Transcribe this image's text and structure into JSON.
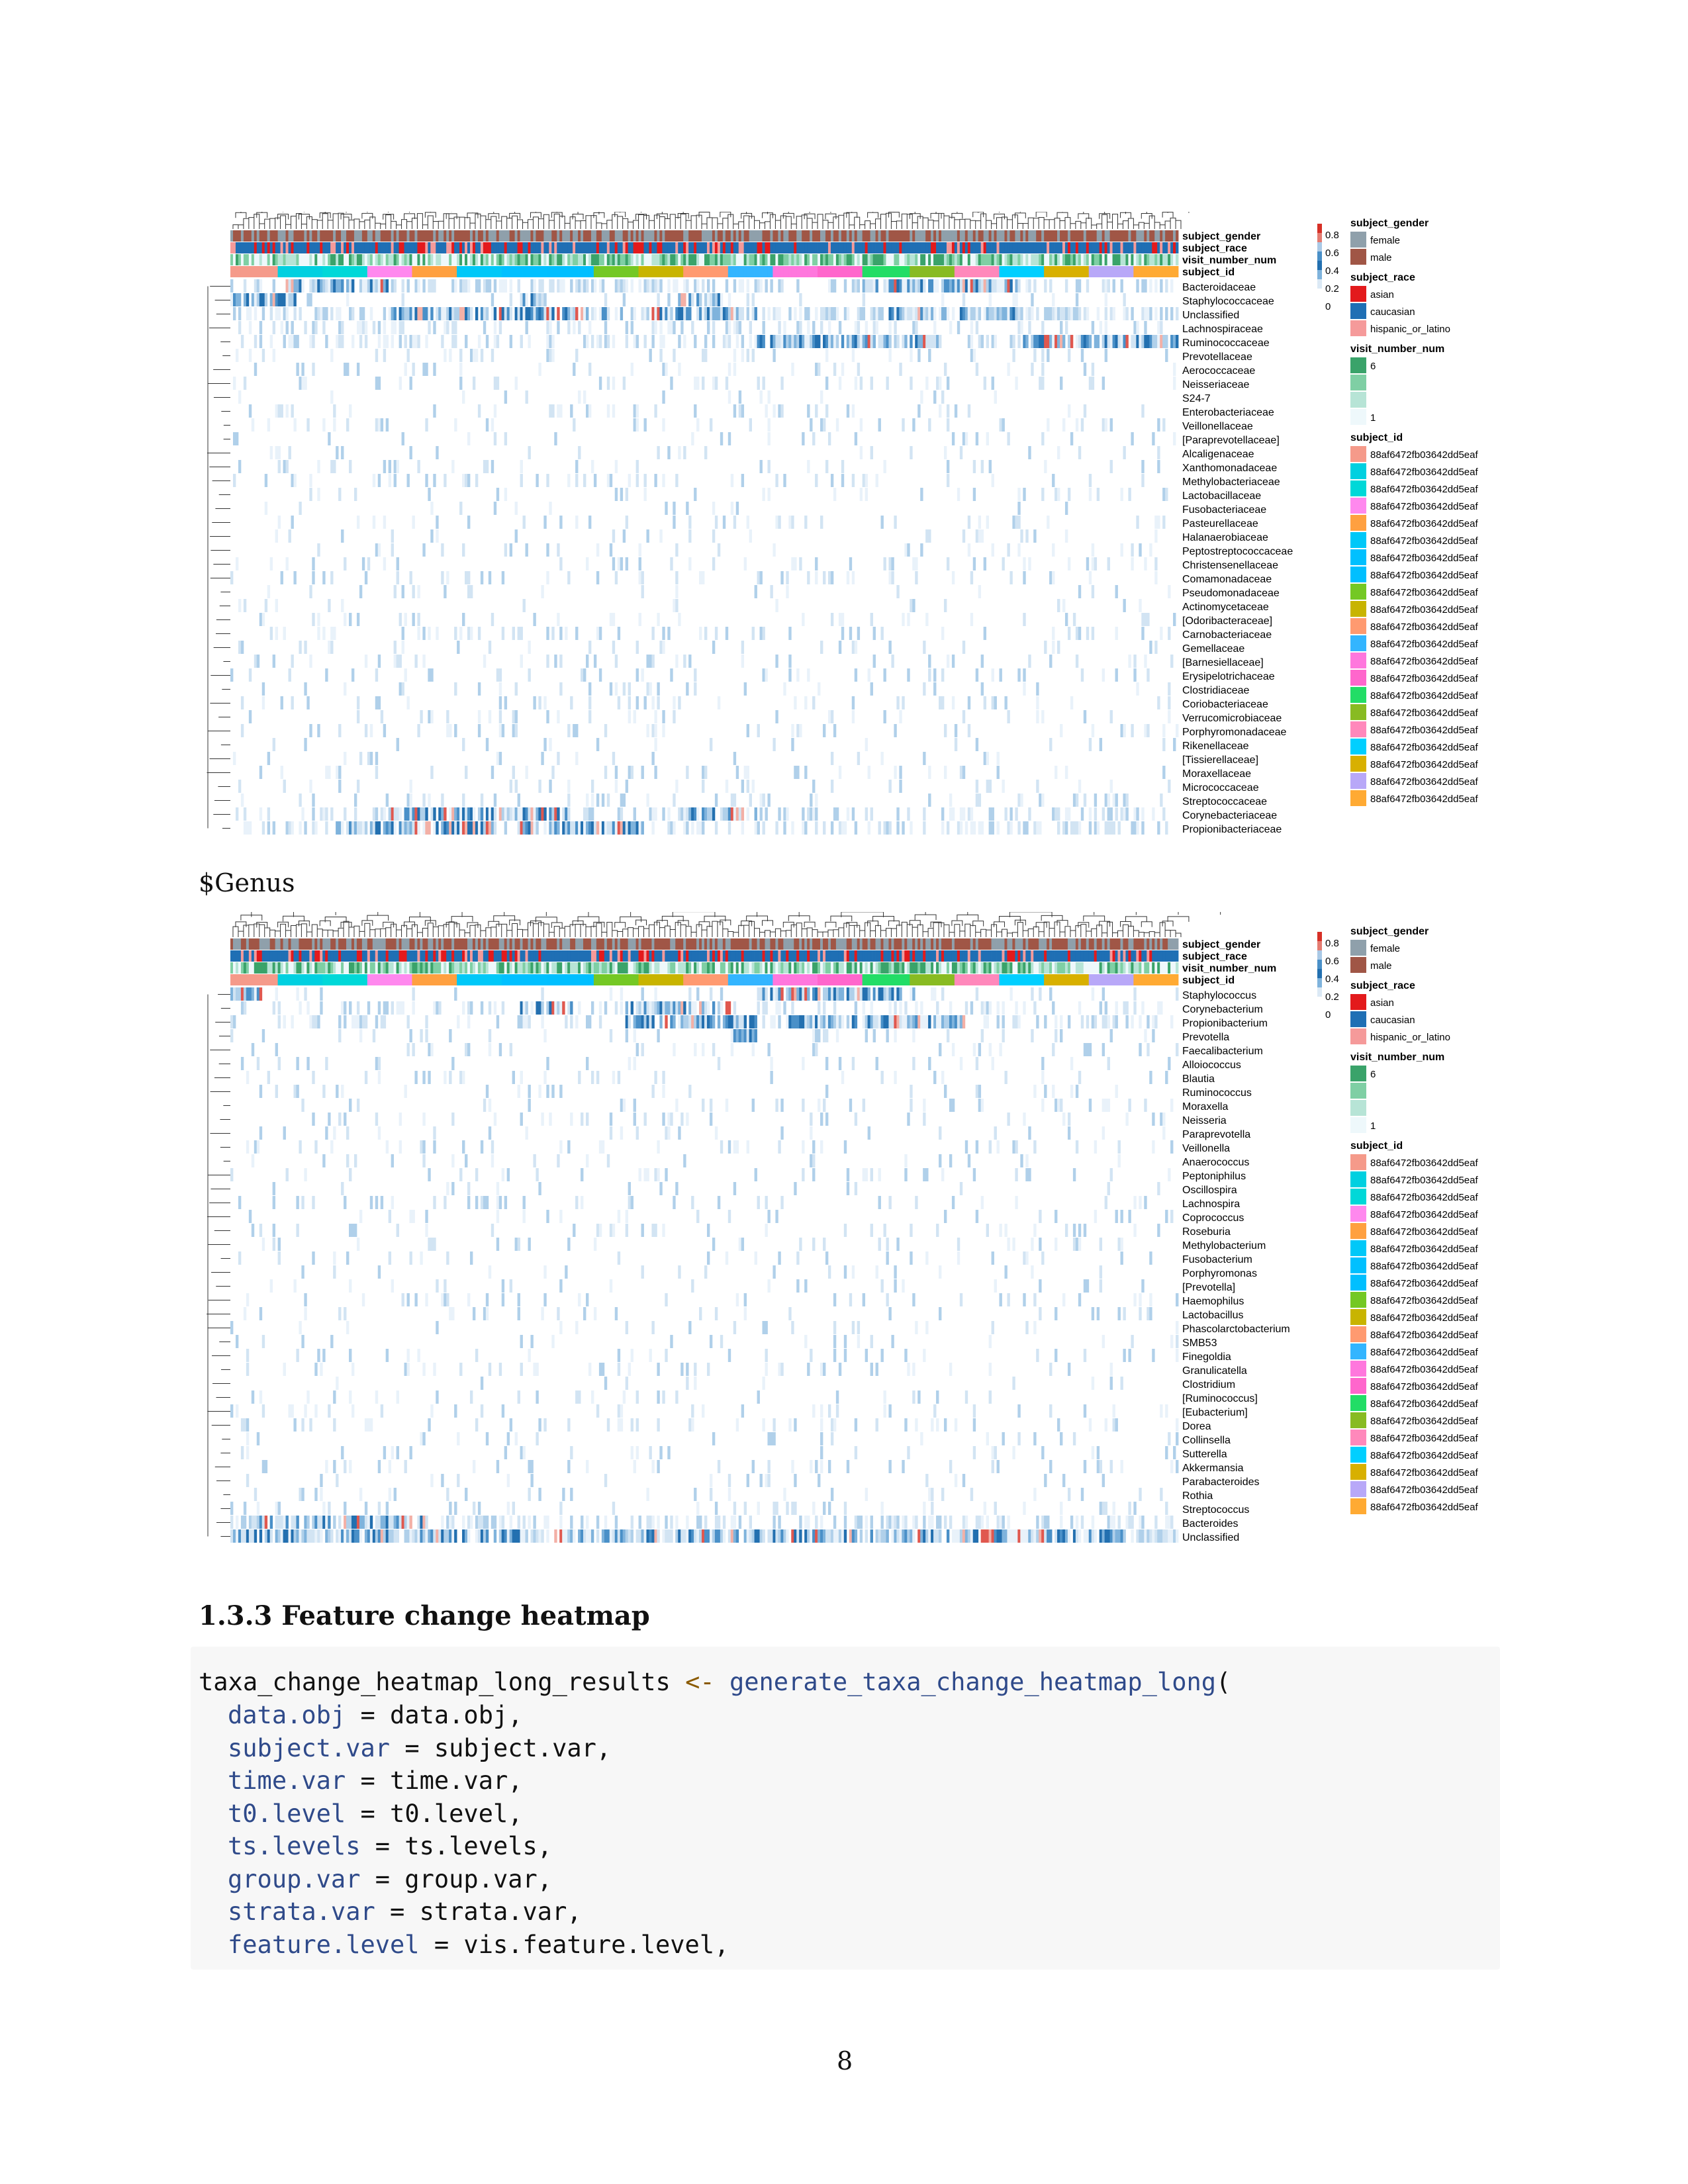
{
  "figure_family": {
    "annotations": [
      "subject_gender",
      "subject_race",
      "visit_number_num",
      "subject_id"
    ],
    "scale_ticks": [
      "0.8",
      "0.6",
      "0.4",
      "0.2",
      "0"
    ],
    "legend": {
      "gender_title": "subject_gender",
      "gender_items": [
        {
          "label": "female",
          "color": "#8fa0ab"
        },
        {
          "label": "male",
          "color": "#a05646"
        }
      ],
      "race_title": "subject_race",
      "race_items": [
        {
          "label": "asian",
          "color": "#e31a1c"
        },
        {
          "label": "caucasian",
          "color": "#1f6fb4"
        },
        {
          "label": "hispanic_or_latino",
          "color": "#f59a9a"
        }
      ],
      "visit_title": "visit_number_num",
      "visit_items": [
        {
          "label": "6",
          "color": "#3aa36a"
        },
        {
          "label": "",
          "color": "#7fcfa4"
        },
        {
          "label": "",
          "color": "#b7e4d6"
        },
        {
          "label": "1",
          "color": "#eef8fb"
        }
      ],
      "id_title": "subject_id",
      "id_label": "88af6472fb03642dd5eaf",
      "id_colors": [
        "#f59a8a",
        "#00d0e0",
        "#00d8d8",
        "#ff88ee",
        "#ffa040",
        "#00c8f8",
        "#00c0ff",
        "#00bfff",
        "#74c824",
        "#c8b400",
        "#ff9a70",
        "#33b5ff",
        "#ff77dd",
        "#ff66cc",
        "#22dd66",
        "#88bb22",
        "#ff88bb",
        "#00cfff",
        "#d8b000",
        "#b8a8f8",
        "#ffaa33"
      ]
    }
  },
  "family_rows": [
    "Bacteroidaceae",
    "Staphylococcaceae",
    "Unclassified",
    "Lachnospiraceae",
    "Ruminococcaceae",
    "Prevotellaceae",
    "Aerococcaceae",
    "Neisseriaceae",
    "S24-7",
    "Enterobacteriaceae",
    "Veillonellaceae",
    "[Paraprevotellaceae]",
    "Alcaligenaceae",
    "Xanthomonadaceae",
    "Methylobacteriaceae",
    "Lactobacillaceae",
    "Fusobacteriaceae",
    "Pasteurellaceae",
    "Halanaerobiaceae",
    "Peptostreptococcaceae",
    "Christensenellaceae",
    "Comamonadaceae",
    "Pseudomonadaceae",
    "Actinomycetaceae",
    "[Odoribacteraceae]",
    "Carnobacteriaceae",
    "Gemellaceae",
    "[Barnesiellaceae]",
    "Erysipelotrichaceae",
    "Clostridiaceae",
    "Coriobacteriaceae",
    "Verrucomicrobiaceae",
    "Porphyromonadaceae",
    "Rikenellaceae",
    "[Tissierellaceae]",
    "Moraxellaceae",
    "Micrococcaceae",
    "Streptococcaceae",
    "Corynebacteriaceae",
    "Propionibacteriaceae"
  ],
  "genus_heading": "$Genus",
  "genus_rows": [
    "Staphylococcus",
    "Corynebacterium",
    "Propionibacterium",
    "Prevotella",
    "Faecalibacterium",
    "Alloiococcus",
    "Blautia",
    "Ruminococcus",
    "Moraxella",
    "Neisseria",
    "Paraprevotella",
    "Veillonella",
    "Anaerococcus",
    "Peptoniphilus",
    "Oscillospira",
    "Lachnospira",
    "Coprococcus",
    "Roseburia",
    "Methylobacterium",
    "Fusobacterium",
    "Porphyromonas",
    "[Prevotella]",
    "Haemophilus",
    "Lactobacillus",
    "Phascolarctobacterium",
    "SMB53",
    "Finegoldia",
    "Granulicatella",
    "Clostridium",
    "[Ruminococcus]",
    "[Eubacterium]",
    "Dorea",
    "Collinsella",
    "Sutterella",
    "Akkermansia",
    "Parabacteroides",
    "Rothia",
    "Streptococcus",
    "Bacteroides",
    "Unclassified"
  ],
  "section_title": "1.3.3 Feature change heatmap",
  "code": {
    "line1": {
      "var": "taxa_change_heatmap_long_results",
      "op": " <- ",
      "fn": "generate_taxa_change_heatmap_long",
      "rest": "("
    },
    "args": [
      {
        "arg": "data.obj",
        "val": " = data.obj,"
      },
      {
        "arg": "subject.var",
        "val": " = subject.var,"
      },
      {
        "arg": "time.var",
        "val": " = time.var,"
      },
      {
        "arg": "t0.level",
        "val": " = t0.level,"
      },
      {
        "arg": "ts.levels",
        "val": " = ts.levels,"
      },
      {
        "arg": "group.var",
        "val": " = group.var,"
      },
      {
        "arg": "strata.var",
        "val": " = strata.var,"
      },
      {
        "arg": "feature.level",
        "val": " = vis.feature.level,"
      }
    ]
  },
  "page_number": "8"
}
